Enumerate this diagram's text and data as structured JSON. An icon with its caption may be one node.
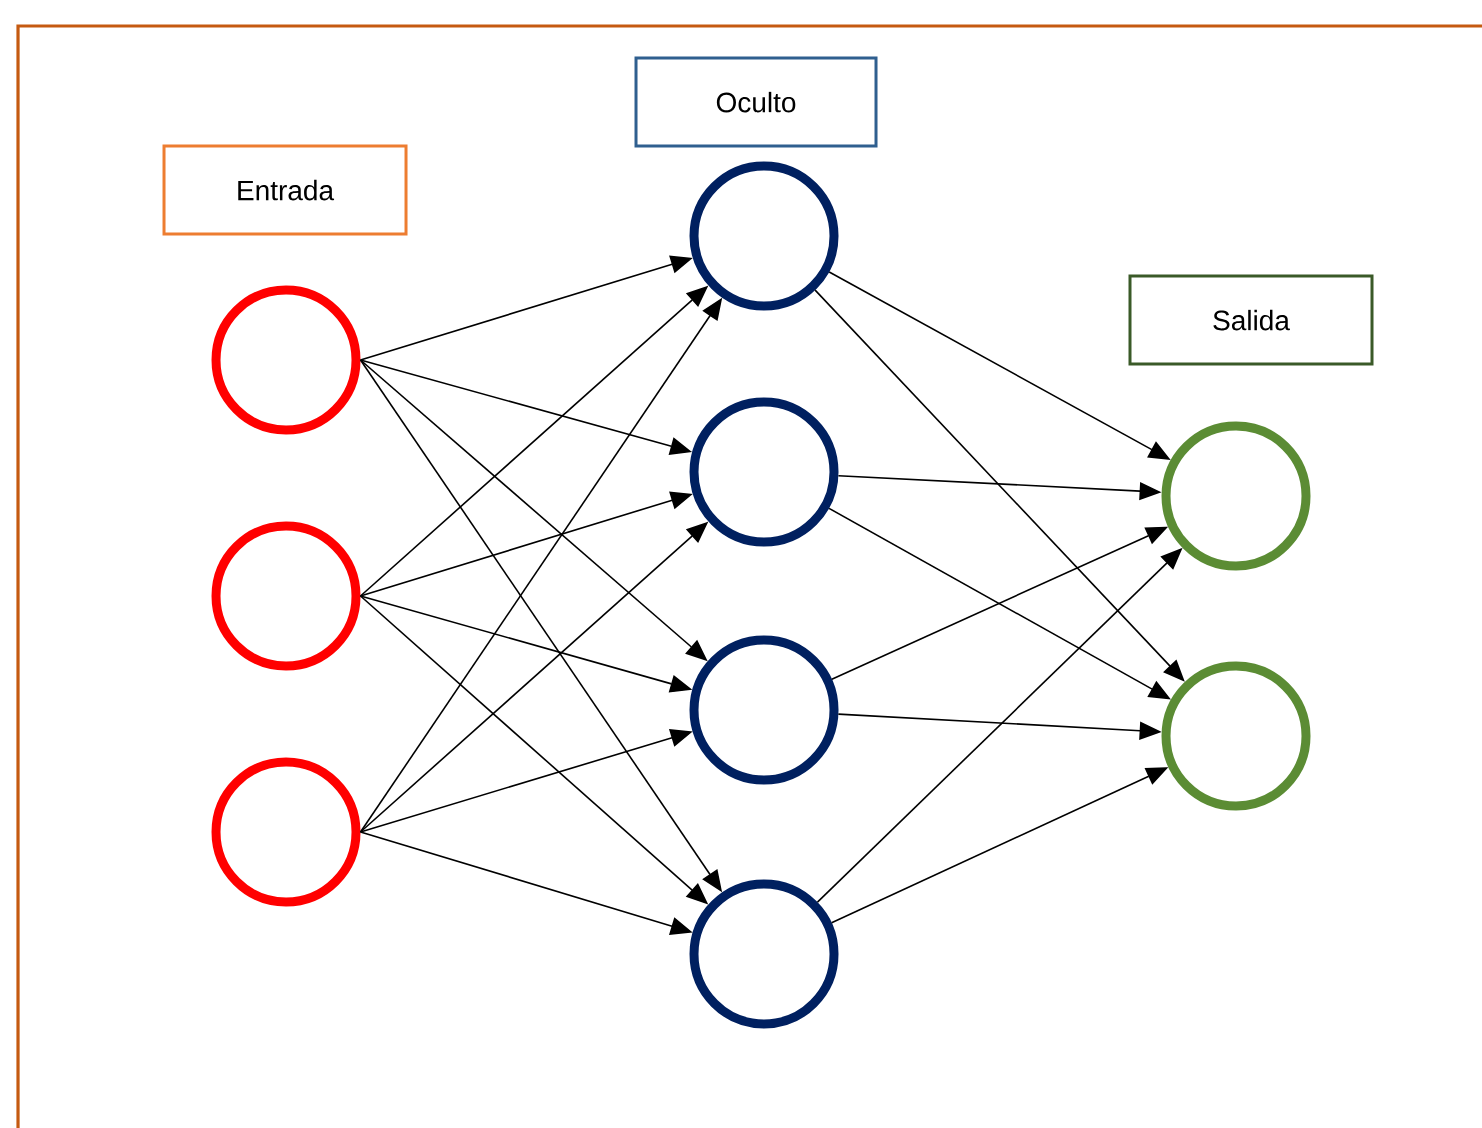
{
  "diagram": {
    "nodes": [
      {
        "text": [
          "Entrada"
        ]
      },
      {
        "text": [
          "Oculto"
        ]
      },
      {
        "text": [
          "Salida"
        ]
      },
      {
        "text": [],
        "shape": "circle"
      },
      {
        "text": [],
        "shape": "circle"
      },
      {
        "text": [],
        "shape": "circle"
      },
      {
        "text": [],
        "shape": "circle"
      },
      {
        "text": [],
        "shape": "circle"
      },
      {
        "text": [],
        "shape": "circle"
      },
      {
        "text": [],
        "shape": "circle"
      },
      {
        "text": [],
        "shape": "circle"
      },
      {
        "text": [],
        "shape": "circle"
      }
    ],
    "edges": [
      {
        "from": 3,
        "to": 6,
        "arrow": "to"
      },
      {
        "from": 3,
        "to": 7,
        "arrow": "to"
      },
      {
        "from": 3,
        "to": 8,
        "arrow": "to"
      },
      {
        "from": 3,
        "to": 9,
        "arrow": "to"
      },
      {
        "from": 4,
        "to": 6,
        "arrow": "to"
      },
      {
        "from": 4,
        "to": 7,
        "arrow": "to"
      },
      {
        "from": 4,
        "to": 8,
        "arrow": "to"
      },
      {
        "from": 4,
        "to": 9,
        "arrow": "to"
      },
      {
        "from": 5,
        "to": 6,
        "arrow": "to"
      },
      {
        "from": 5,
        "to": 7,
        "arrow": "to"
      },
      {
        "from": 5,
        "to": 8,
        "arrow": "to"
      },
      {
        "from": 5,
        "to": 9,
        "arrow": "to"
      },
      {
        "from": 6,
        "to": 10,
        "arrow": "to"
      },
      {
        "from": 6,
        "to": 11,
        "arrow": "to"
      },
      {
        "from": 7,
        "to": 10,
        "arrow": "to"
      },
      {
        "from": 7,
        "to": 11,
        "arrow": "to"
      },
      {
        "from": 8,
        "to": 10,
        "arrow": "to"
      },
      {
        "from": 8,
        "to": 11,
        "arrow": "to"
      },
      {
        "from": 9,
        "to": 10,
        "arrow": "to"
      },
      {
        "from": 9,
        "to": 11,
        "arrow": "to"
      }
    ]
  }
}
